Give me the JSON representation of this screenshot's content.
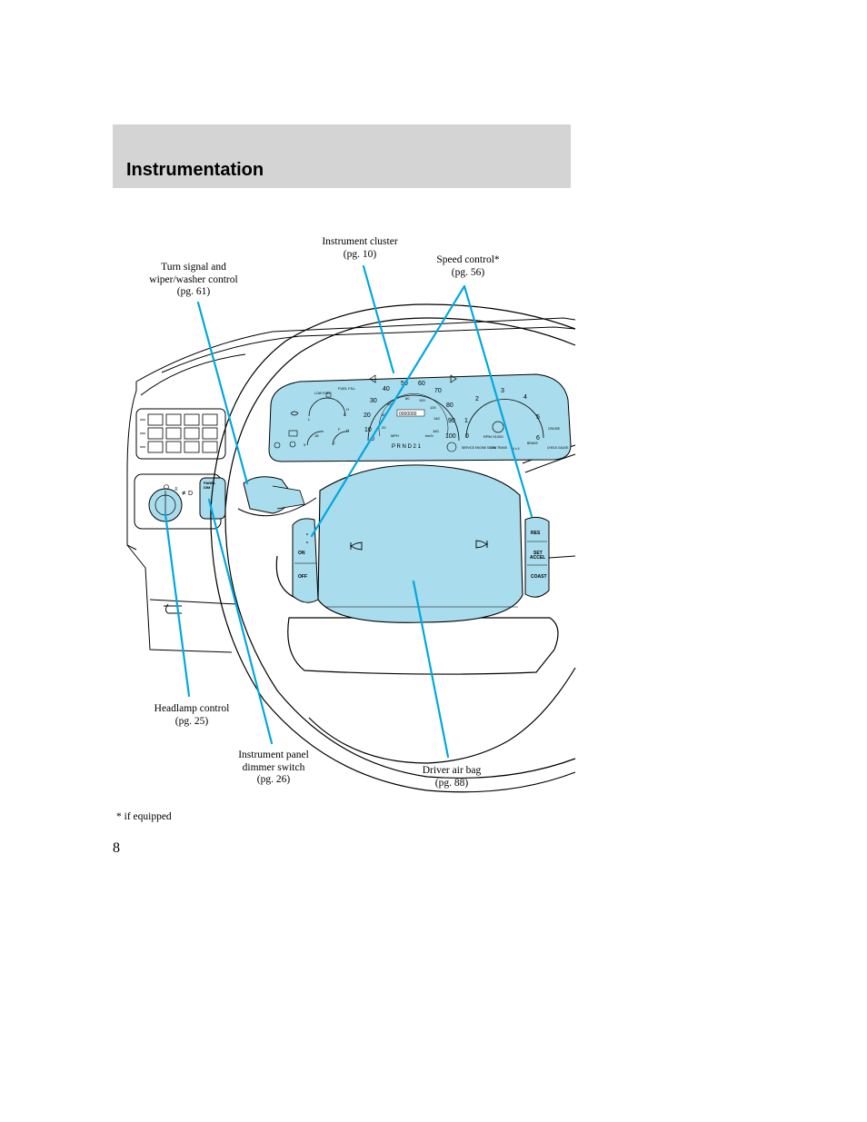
{
  "header": {
    "title": "Instrumentation"
  },
  "callouts": {
    "instrument_cluster": [
      "Instrument cluster",
      "(pg. 10)"
    ],
    "speed_control": [
      "Speed control*",
      "(pg. 56)"
    ],
    "turn_signal": [
      "Turn signal and",
      "wiper/washer control",
      "(pg. 61)"
    ],
    "headlamp": [
      "Headlamp control",
      "(pg. 25)"
    ],
    "dimmer": [
      "Instrument panel",
      "dimmer switch",
      "(pg. 26)"
    ],
    "airbag": [
      "Driver air bag",
      "(pg. 88)"
    ]
  },
  "cluster": {
    "speedo_mph": [
      "0",
      "10",
      "20",
      "30",
      "40",
      "50",
      "60",
      "70",
      "80",
      "90",
      "100"
    ],
    "speedo_kmh": [
      "20",
      "40",
      "60",
      "80",
      "100",
      "120",
      "140",
      "160"
    ],
    "mph_label": "MPH",
    "kmh_label": "km/h",
    "odometer": "0000000",
    "tach_numbers": [
      "0",
      "1",
      "2",
      "3",
      "4",
      "5",
      "6"
    ],
    "tach_label": "RPM X1000",
    "fuel_label": "FUEL FILL",
    "low_fuel": "LOW FUEL",
    "gauge_marks": [
      "H",
      "L",
      "E",
      "F",
      "C",
      "H"
    ],
    "gauge_numbers": [
      "18",
      "9"
    ],
    "prnd": "P R N D 2 1",
    "service_engine": "SERVICE ENGINE SOON",
    "low_trans": "LOW TRANS",
    "four_by_four": "4 x 4",
    "brake": "BRAKE",
    "check_gauge": "CHECK GAUGE",
    "cruise": "CRUISE"
  },
  "speed_buttons": {
    "left_on": "ON",
    "left_off": "OFF",
    "right_res": "RES",
    "right_set": "SET",
    "right_accel": "ACCEL",
    "right_coast": "COAST"
  },
  "dimmer_labels": [
    "PANEL",
    "DIM"
  ],
  "footnote": "* if equipped",
  "page_number": "8",
  "colors": {
    "highlight": "#a9dcec",
    "callout_line": "#00a8e0",
    "header_band": "#d4d4d4"
  }
}
